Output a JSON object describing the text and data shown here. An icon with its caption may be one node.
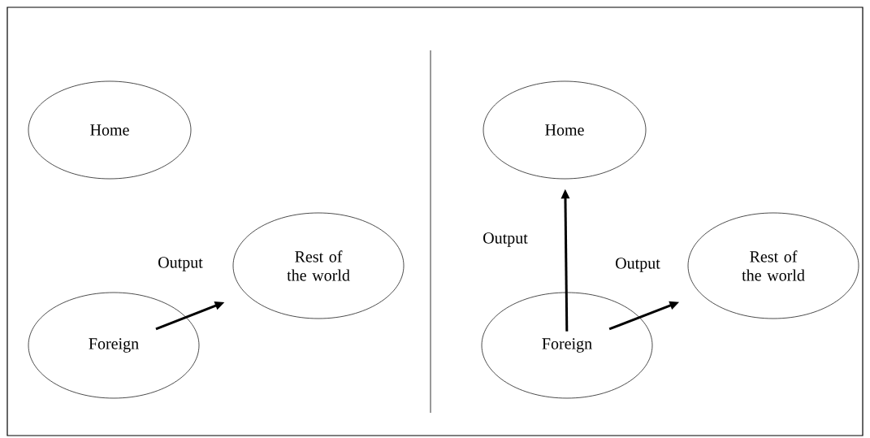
{
  "diagram": {
    "nodes": [
      {
        "text": [
          "Home"
        ]
      },
      {
        "text": [
          "Rest of the world"
        ]
      },
      {
        "text": [
          "Foreign"
        ]
      },
      {
        "text": [
          "Home"
        ]
      },
      {
        "text": [
          "Rest of the world"
        ]
      },
      {
        "text": [
          "Foreign"
        ]
      }
    ],
    "edges": [
      {
        "from": 2,
        "to": 1,
        "arrow": "to",
        "label": "Output"
      },
      {
        "from": 5,
        "to": 3,
        "arrow": "to",
        "label": "Output"
      },
      {
        "from": 5,
        "to": 4,
        "arrow": "to",
        "label": "Output"
      }
    ]
  }
}
